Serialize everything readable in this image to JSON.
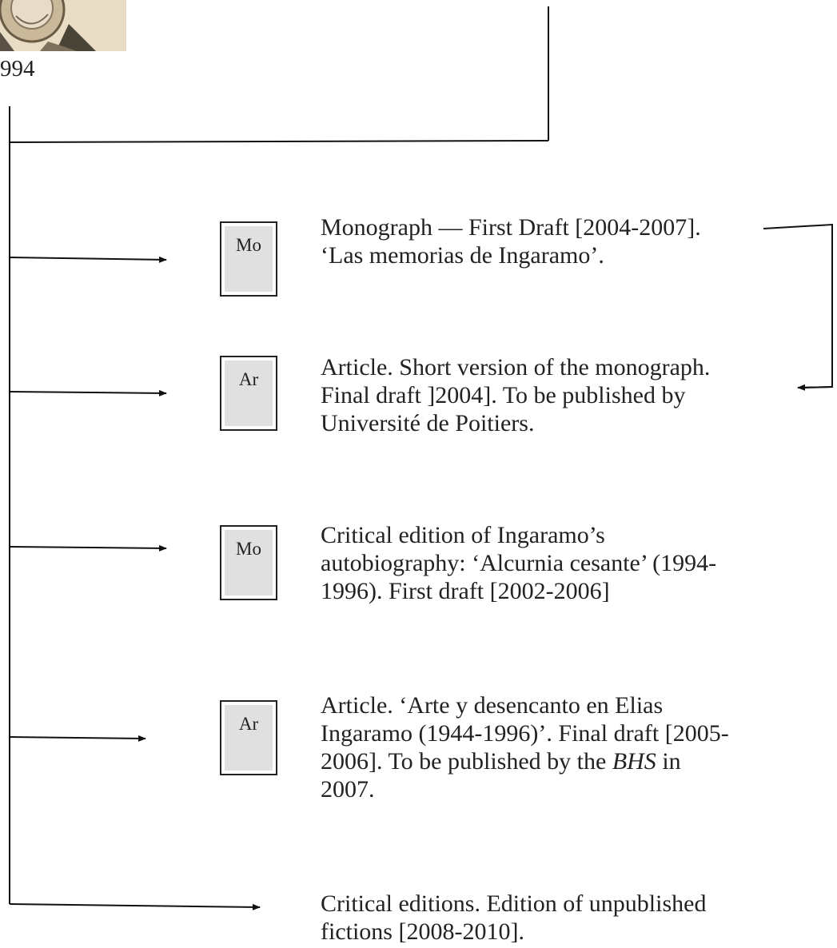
{
  "portrait": {
    "caption": "994"
  },
  "entries": [
    {
      "code": "Mo",
      "lines": [
        "Monograph — First Draft [2004-2007].",
        "‘Las memorias de Ingaramo’."
      ]
    },
    {
      "code": "Ar",
      "lines": [
        "Article. Short version of the monograph.",
        "Final draft ]2004]. To be published by",
        "Université de Poitiers."
      ]
    },
    {
      "code": "Mo",
      "lines": [
        "Critical edition of Ingaramo’s",
        "autobiography: ‘Alcurnia cesante’ (1994-",
        "1996). First draft [2002-2006]"
      ]
    },
    {
      "code": "Ar",
      "line1": "Article. ‘Arte y desencanto en Elias",
      "line2": "Ingaramo (1944-1996)’. Final draft [2005-",
      "line3_pre": "2006]. To be published by the ",
      "line3_em": "BHS",
      "line3_post": " in",
      "line4": "2007."
    },
    {
      "lines": [
        "Critical editions. Edition of unpublished",
        "fictions [2008-2010]."
      ]
    }
  ]
}
